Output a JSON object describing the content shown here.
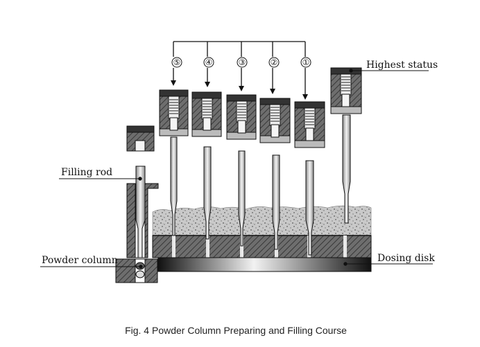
{
  "caption": "Fig. 4 Powder Column Preparing and Filling Course",
  "labels": {
    "highest_status": "Highest status",
    "filling_rod": "Filling rod",
    "powder_column": "Powder column",
    "dosing_disk": "Dosing disk"
  },
  "stages": [
    {
      "marker": "⑤"
    },
    {
      "marker": "④"
    },
    {
      "marker": "③"
    },
    {
      "marker": "②"
    },
    {
      "marker": "①"
    }
  ]
}
